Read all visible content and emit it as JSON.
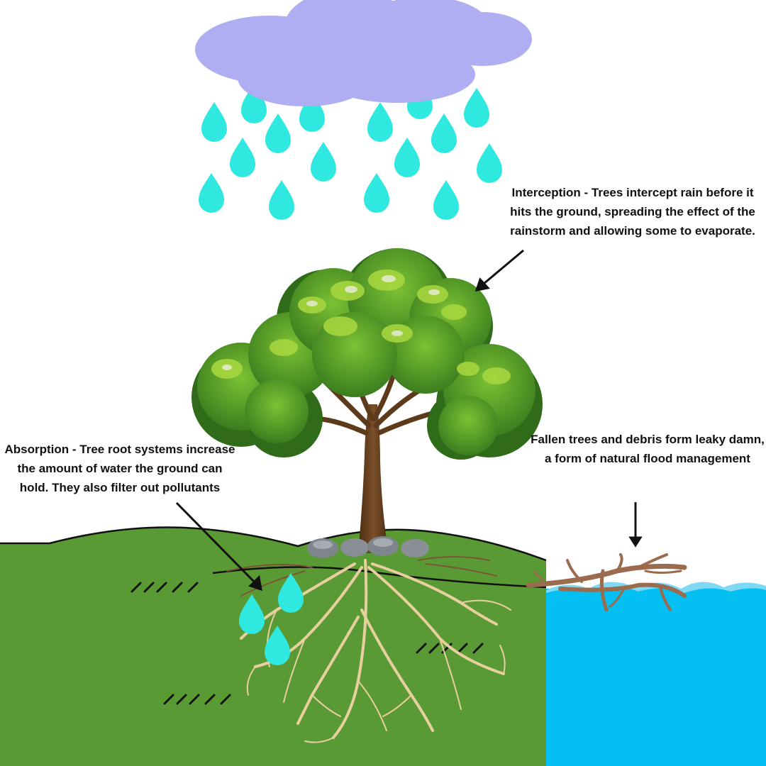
{
  "annotations": {
    "interception": "Interception - Trees intercept rain before it hits the ground, spreading the effect of the rainstorm and allowing some to evaporate.",
    "debris": "Fallen trees and debris form leaky damn, a form of natural flood management",
    "absorption": "Absorption - Tree root systems increase the amount of water the ground can hold. They also filter out pollutants"
  },
  "colors": {
    "cloud": "#b0aef2",
    "raindrop": "#2fe8df",
    "grass": "#5a9a35",
    "water": "#03bff2",
    "trunk": "#6b4423",
    "roots": "#e8cfa0",
    "foliage": "#4f9c2c",
    "foliage_light": "#9ed43a",
    "rock": "#8a8f96",
    "branches": "#9b6b4d",
    "arrow": "#111111"
  }
}
